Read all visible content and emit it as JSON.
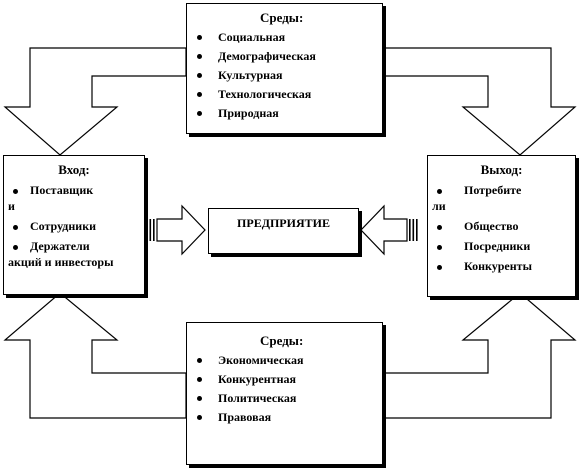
{
  "colors": {
    "stroke": "#000000",
    "background": "#ffffff"
  },
  "top_box": {
    "title": "Среды:",
    "items": [
      "Социальная",
      "Демографическая",
      "Культурная",
      "Технологическая",
      "Природная"
    ]
  },
  "bottom_box": {
    "title": "Среды:",
    "items": [
      "Экономическая",
      "Конкурентная",
      "Политическая",
      "Правовая"
    ]
  },
  "input_box": {
    "title": "Вход:",
    "items": [
      {
        "line1": "Поставщик",
        "line2": "и"
      },
      {
        "line1": "Сотрудники",
        "line2": ""
      },
      {
        "line1": "Держатели",
        "line2": "акций и инвесторы"
      }
    ]
  },
  "output_box": {
    "title": "Выход:",
    "items": [
      {
        "line1": "Потребите",
        "line2": "ли"
      },
      {
        "line1": "Общество",
        "line2": ""
      },
      {
        "line1": "Посредники",
        "line2": ""
      },
      {
        "line1": "Конкуренты",
        "line2": ""
      }
    ]
  },
  "center_box": {
    "label": "ПРЕДПРИЯТИЕ"
  }
}
